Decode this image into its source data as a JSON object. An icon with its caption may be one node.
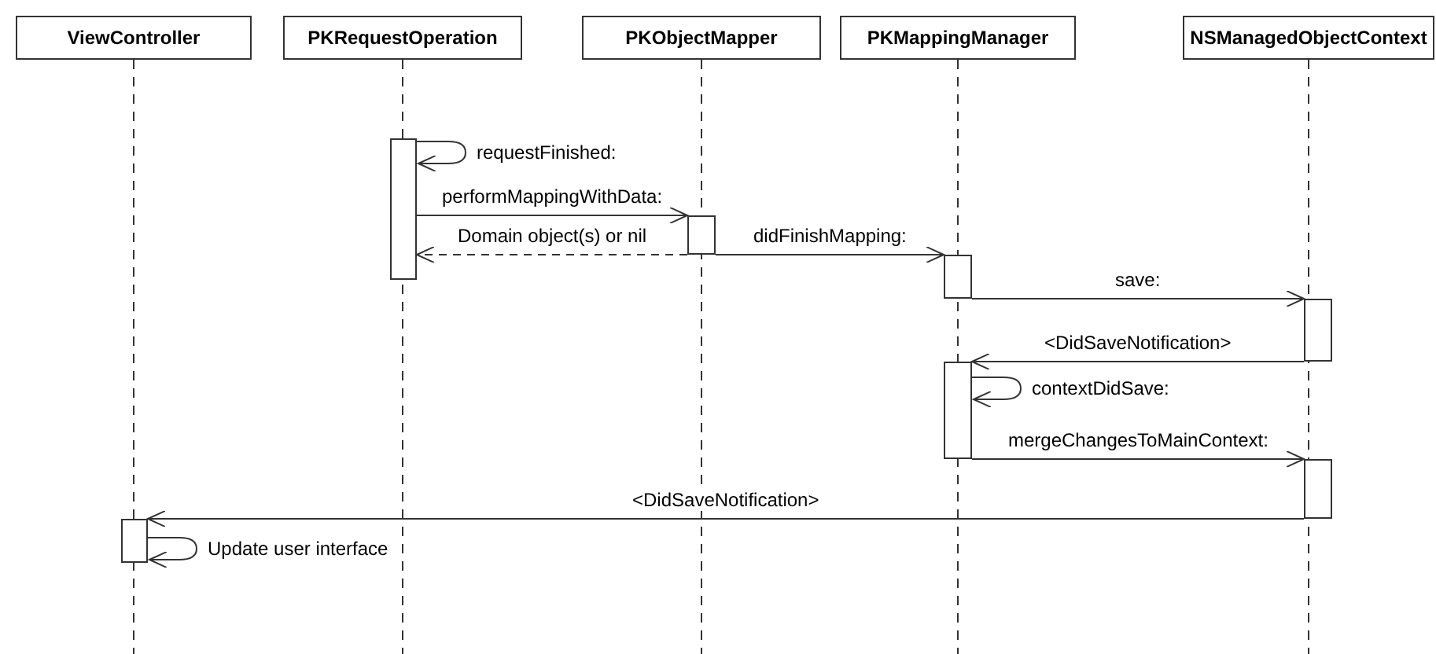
{
  "diagram": {
    "nodes": [
      {
        "text": [
          "ViewController"
        ]
      },
      {
        "text": [
          "PKRequestOperation"
        ]
      },
      {
        "text": [
          "PKObjectMapper"
        ]
      },
      {
        "text": [
          "PKMappingManager"
        ]
      },
      {
        "text": [
          "NSManagedObjectContext"
        ]
      },
      {
        "text": [],
        "shape": "bar"
      },
      {
        "text": [],
        "shape": "bar"
      },
      {
        "text": [],
        "shape": "bar"
      },
      {
        "text": [],
        "shape": "bar"
      },
      {
        "text": [],
        "shape": "bar"
      },
      {
        "text": [],
        "shape": "bar"
      },
      {
        "text": [],
        "shape": "bar"
      }
    ],
    "edges": [
      {
        "from": 5,
        "to": 5,
        "arrow": "to",
        "label": "requestFinished:"
      },
      {
        "from": 5,
        "to": 6,
        "arrow": "to",
        "label": "performMappingWithData:"
      },
      {
        "from": 6,
        "to": 5,
        "arrow": "to",
        "label": "Domain object(s) or nil",
        "style": "dashed"
      },
      {
        "from": 6,
        "to": 7,
        "arrow": "to",
        "label": "didFinishMapping:"
      },
      {
        "from": 7,
        "to": 8,
        "arrow": "to",
        "label": "save:"
      },
      {
        "from": 8,
        "to": 9,
        "arrow": "to",
        "label": "<DidSaveNotification>"
      },
      {
        "from": 9,
        "to": 9,
        "arrow": "to",
        "label": "contextDidSave:"
      },
      {
        "from": 9,
        "to": 10,
        "arrow": "to",
        "label": "mergeChangesToMainContext:"
      },
      {
        "from": 10,
        "to": 11,
        "arrow": "to",
        "label": "<DidSaveNotification>"
      },
      {
        "from": 11,
        "to": 11,
        "arrow": "to",
        "label": "Update user interface"
      }
    ]
  }
}
